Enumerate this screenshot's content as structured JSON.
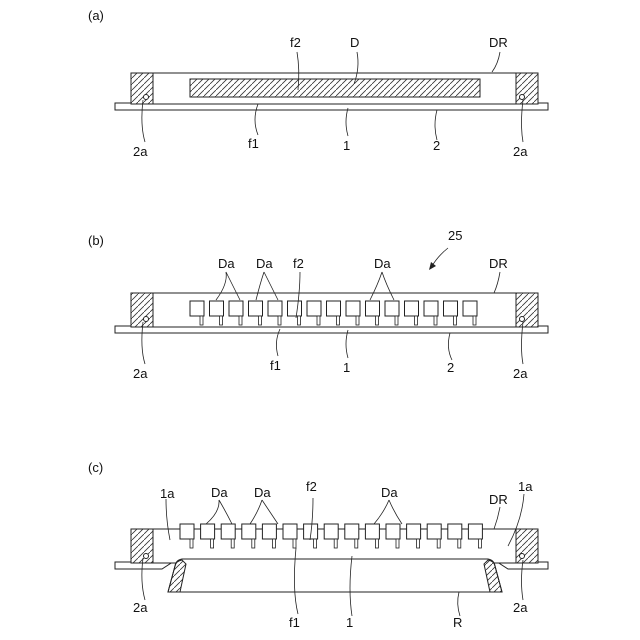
{
  "panels": [
    {
      "id": "a",
      "tag": "(a)",
      "labels": {
        "f2": "f2",
        "D": "D",
        "DR": "DR",
        "left_2a": "2a",
        "f1": "f1",
        "one": "1",
        "two": "2",
        "right_2a": "2a"
      }
    },
    {
      "id": "b",
      "tag": "(b)",
      "labels": {
        "n25": "25",
        "Da1": "Da",
        "Da2": "Da",
        "f2": "f2",
        "Da3": "Da",
        "DR": "DR",
        "left_2a": "2a",
        "f1": "f1",
        "one": "1",
        "two": "2",
        "right_2a": "2a"
      }
    },
    {
      "id": "c",
      "tag": "(c)",
      "labels": {
        "a1_left": "1a",
        "Da1": "Da",
        "Da2": "Da",
        "f2": "f2",
        "Da3": "Da",
        "DR": "DR",
        "a1_right": "1a",
        "left_2a": "2a",
        "f1": "f1",
        "one": "1",
        "R": "R",
        "right_2a": "2a"
      }
    }
  ]
}
